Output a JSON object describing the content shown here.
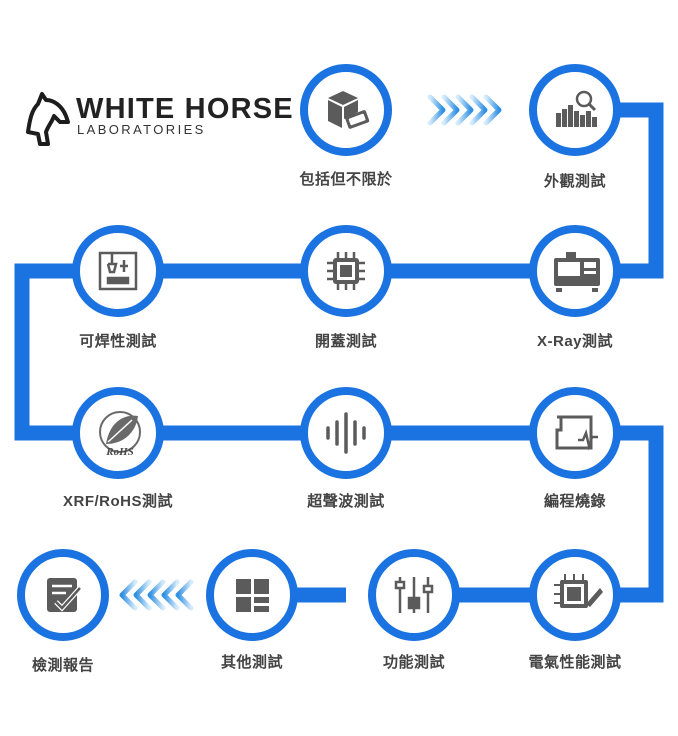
{
  "brand": {
    "name": "WHITE HORSE",
    "subtitle": "LABORATORIES"
  },
  "colors": {
    "accent": "#1a66d9",
    "accent_light": "#39a0ef",
    "icon_gray": "#5b5b5b",
    "text": "#444444"
  },
  "steps": [
    {
      "label": "包括但不限於",
      "icon": "package-icon"
    },
    {
      "label": "外觀測試",
      "icon": "visual-inspection-icon"
    },
    {
      "label": "X-Ray測試",
      "icon": "xray-machine-icon"
    },
    {
      "label": "開蓋測試",
      "icon": "chip-icon"
    },
    {
      "label": "可焊性測試",
      "icon": "solder-station-icon"
    },
    {
      "label": "XRF/RoHS測試",
      "icon": "rohs-leaf-icon",
      "badge": "RoHS"
    },
    {
      "label": "超聲波測試",
      "icon": "ultrasonic-wave-icon"
    },
    {
      "label": "編程燒錄",
      "icon": "programming-icon"
    },
    {
      "label": "電氣性能測試",
      "icon": "electrical-chip-icon"
    },
    {
      "label": "功能測試",
      "icon": "function-test-icon"
    },
    {
      "label": "其他測試",
      "icon": "grid-icon"
    },
    {
      "label": "檢測報告",
      "icon": "report-icon"
    }
  ]
}
